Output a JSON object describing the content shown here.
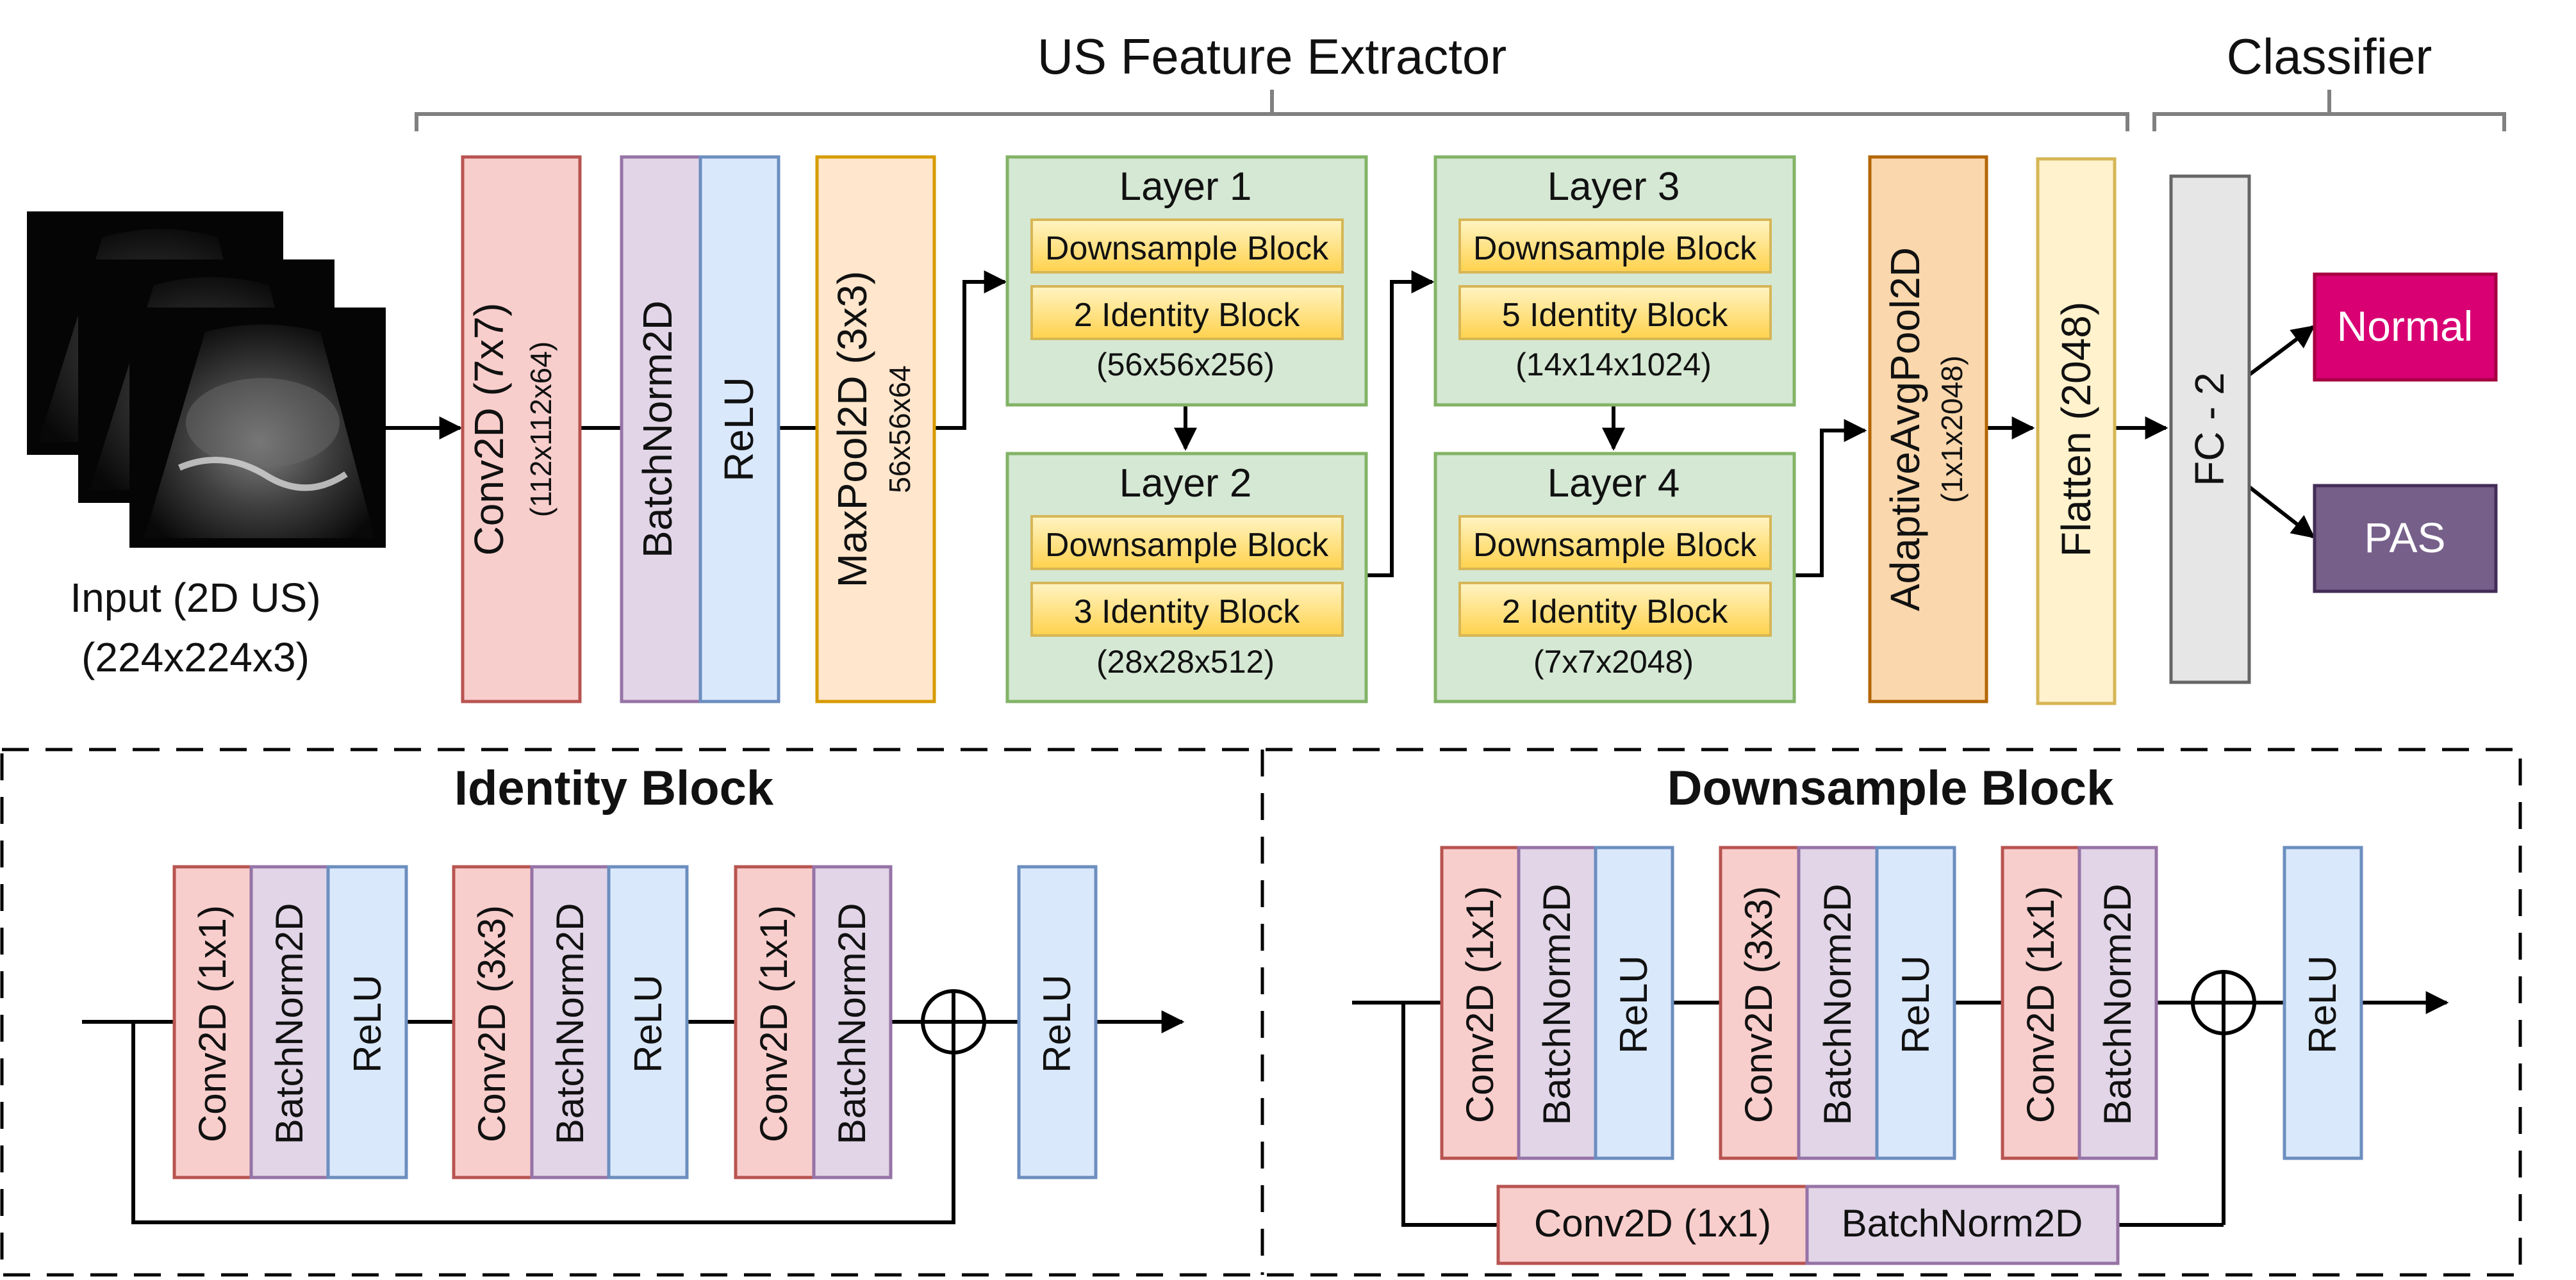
{
  "headers": {
    "feature_extractor": "US Feature Extractor",
    "classifier": "Classifier"
  },
  "input": {
    "label": "Input (2D US)",
    "dims": "(224x224x3)"
  },
  "main_blocks": {
    "conv": {
      "label": "Conv2D (7x7)",
      "dims": "(112x112x64)"
    },
    "batchnorm": "BatchNorm2D",
    "relu": "ReLU",
    "maxpool": {
      "label": "MaxPool2D (3x3)",
      "dims": "56x56x64"
    },
    "adaptive_pool": {
      "label": "AdaptiveAvgPool2D",
      "dims": "(1x1x2048)"
    },
    "flatten": "Flatten (2048)",
    "fc": "FC - 2"
  },
  "layers": [
    {
      "title": "Layer 1",
      "block_a": "Downsample Block",
      "block_b": "2 Identity Block",
      "dims": "(56x56x256)"
    },
    {
      "title": "Layer 2",
      "block_a": "Downsample Block",
      "block_b": "3 Identity Block",
      "dims": "(28x28x512)"
    },
    {
      "title": "Layer 3",
      "block_a": "Downsample Block",
      "block_b": "5 Identity Block",
      "dims": "(14x14x1024)"
    },
    {
      "title": "Layer 4",
      "block_a": "Downsample Block",
      "block_b": "2 Identity Block",
      "dims": "(7x7x2048)"
    }
  ],
  "outputs": {
    "normal": "Normal",
    "pas": "PAS"
  },
  "identity_block": {
    "title": "Identity Block",
    "conv1": "Conv2D (1x1)",
    "conv2": "Conv2D (3x3)",
    "conv3": "Conv2D (1x1)",
    "bn": "BatchNorm2D",
    "relu": "ReLU"
  },
  "downsample_block": {
    "title": "Downsample Block",
    "conv1": "Conv2D (1x1)",
    "conv2": "Conv2D (3x3)",
    "conv3": "Conv2D (1x1)",
    "bn": "BatchNorm2D",
    "relu": "ReLU",
    "shortcut_conv": "Conv2D (1x1)",
    "shortcut_bn": "BatchNorm2D"
  },
  "colors": {
    "conv_fill": "#f8cecc",
    "conv_stroke": "#b85450",
    "bn_fill": "#e1d5e7",
    "bn_stroke": "#9673a6",
    "relu_fill": "#dae8fc",
    "relu_stroke": "#6c8ebf",
    "pool_fill": "#ffe6cc",
    "pool_stroke": "#d79b00",
    "layer_fill": "#d5e8d4",
    "layer_stroke": "#82b366",
    "yellow_fill": "#ffd966",
    "yellow_stroke": "#d6b656",
    "adaptive_fill": "#fad7ac",
    "adaptive_stroke": "#b46504",
    "flatten_fill": "#fff2cc",
    "fc_fill": "#e6e6e6",
    "fc_stroke": "#666666",
    "normal_fill": "#d80073",
    "normal_stroke": "#a50040",
    "pas_fill": "#76608a",
    "pas_stroke": "#432d57"
  }
}
